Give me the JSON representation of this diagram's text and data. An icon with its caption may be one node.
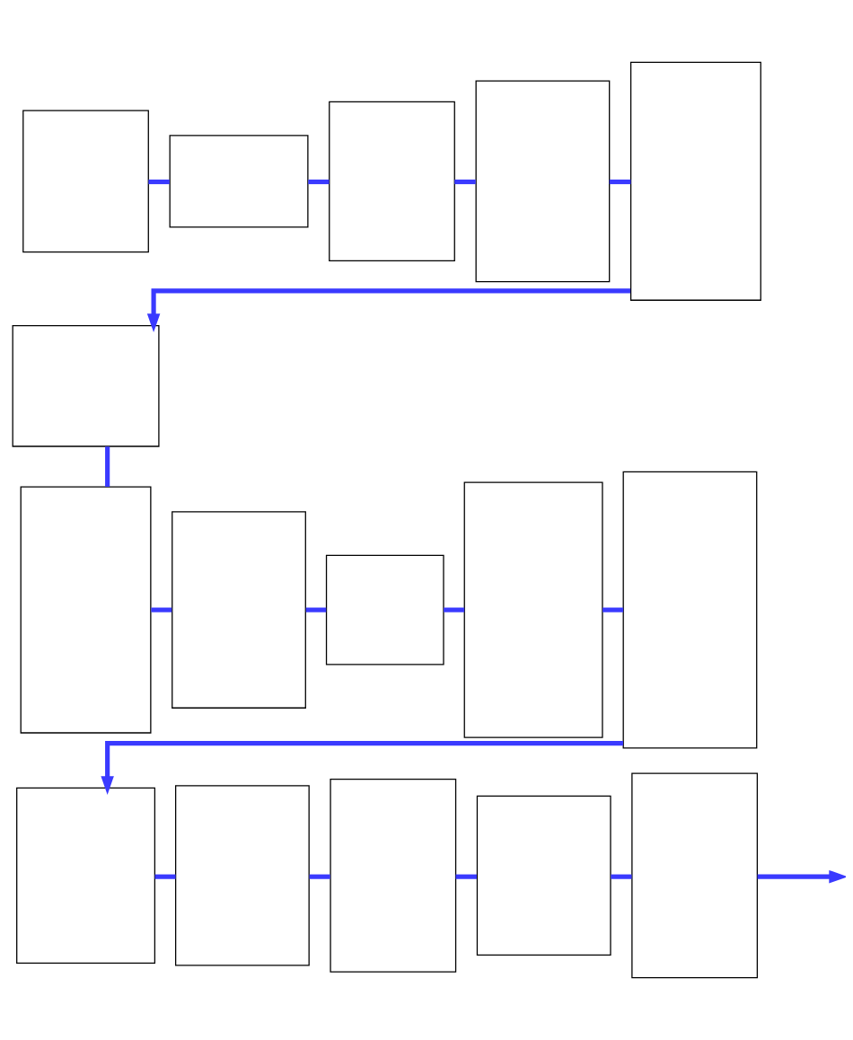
{
  "diagram": {
    "nodes": [
      {
        "text": [],
        "shape": "box"
      },
      {
        "text": [],
        "shape": "box"
      },
      {
        "text": [],
        "shape": "box"
      },
      {
        "text": [],
        "shape": "box"
      },
      {
        "text": [],
        "shape": "box"
      },
      {
        "text": [],
        "shape": "box"
      },
      {
        "text": [],
        "shape": "box"
      },
      {
        "text": [],
        "shape": "box"
      },
      {
        "text": [],
        "shape": "box"
      },
      {
        "text": [],
        "shape": "box"
      },
      {
        "text": [],
        "shape": "box"
      },
      {
        "text": [],
        "shape": "box"
      },
      {
        "text": [],
        "shape": "box"
      },
      {
        "text": [],
        "shape": "box"
      },
      {
        "text": [],
        "shape": "box"
      },
      {
        "text": [],
        "shape": "box"
      }
    ],
    "edges": [
      {
        "from": 0,
        "to": 1,
        "arrow": "none"
      },
      {
        "from": 1,
        "to": 2,
        "arrow": "none"
      },
      {
        "from": 2,
        "to": 3,
        "arrow": "none"
      },
      {
        "from": 3,
        "to": 4,
        "arrow": "none"
      },
      {
        "from": 4,
        "to": 5,
        "arrow": "to"
      },
      {
        "from": 5,
        "to": 6,
        "arrow": "none"
      },
      {
        "from": 6,
        "to": 7,
        "arrow": "none"
      },
      {
        "from": 7,
        "to": 8,
        "arrow": "none"
      },
      {
        "from": 8,
        "to": 9,
        "arrow": "none"
      },
      {
        "from": 9,
        "to": 10,
        "arrow": "none"
      },
      {
        "from": 10,
        "to": 11,
        "arrow": "to"
      },
      {
        "from": 11,
        "to": 12,
        "arrow": "none"
      },
      {
        "from": 12,
        "to": 13,
        "arrow": "none"
      },
      {
        "from": 13,
        "to": 14,
        "arrow": "none"
      },
      {
        "from": 14,
        "to": 15,
        "arrow": "none"
      },
      {
        "from": 15,
        "to": null,
        "arrow": "to"
      }
    ]
  }
}
